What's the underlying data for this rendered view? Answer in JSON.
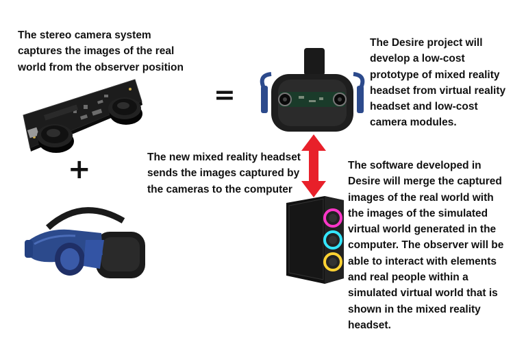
{
  "texts": {
    "stereo_camera": "The stereo camera system captures the images of the real world from the observer position",
    "desire_project": "The Desire project will develop a low-cost prototype of mixed reality headset from virtual reality headset and low-cost camera modules.",
    "headset_sends": "The new mixed reality headset sends the images captured by the cameras to the computer",
    "software_merge": "The software developed in Desire will merge the captured images of the real world with the images of the simulated virtual world generated in the computer. The observer will be able to interact with elements and real people within a simulated virtual world that is shown in the mixed reality headset."
  },
  "symbols": {
    "equals": "=",
    "plus": "+"
  },
  "colors": {
    "arrow": "#e8202a",
    "headset_blue": "#2c4a8c",
    "pcb": "#1d1d1d",
    "rgb_fan": "#ff36c8"
  }
}
